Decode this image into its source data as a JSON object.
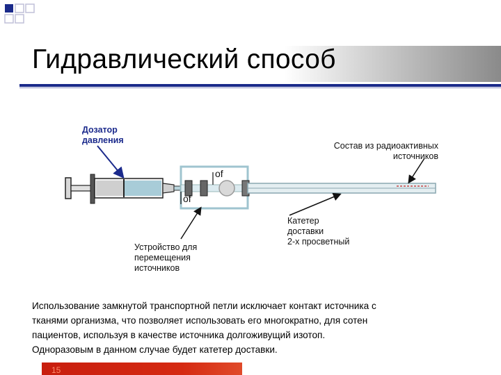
{
  "slide": {
    "title": "Гидравлический способ",
    "page_number": "15"
  },
  "diagram": {
    "labels": {
      "pressure_doser": [
        "Дозатор",
        "давления"
      ],
      "radioactive_composition": [
        "Состав из радиоактивных",
        "источников"
      ],
      "transfer_device": [
        "Устройство для",
        "перемещения",
        "источников"
      ],
      "delivery_catheter": [
        "Катетер",
        "доставки",
        "2-х просветный"
      ],
      "of_top": "of",
      "of_bottom": "of"
    }
  },
  "caption": {
    "lines": [
      "Использование замкнутой транспортной петли исключает контакт источника с",
      "тканями организма, что позволяет использовать его многократно, для сотен",
      "пациентов, используя в качестве источника долгоживущий изотоп.",
      "Одноразовым в данном случае будет катетер доставки."
    ]
  },
  "colors": {
    "title_rule": "#1a2a8a",
    "accent_blue": "#1b2a8c",
    "footer_red": "#c81e0e",
    "square_blue": "#1a2a8a"
  }
}
